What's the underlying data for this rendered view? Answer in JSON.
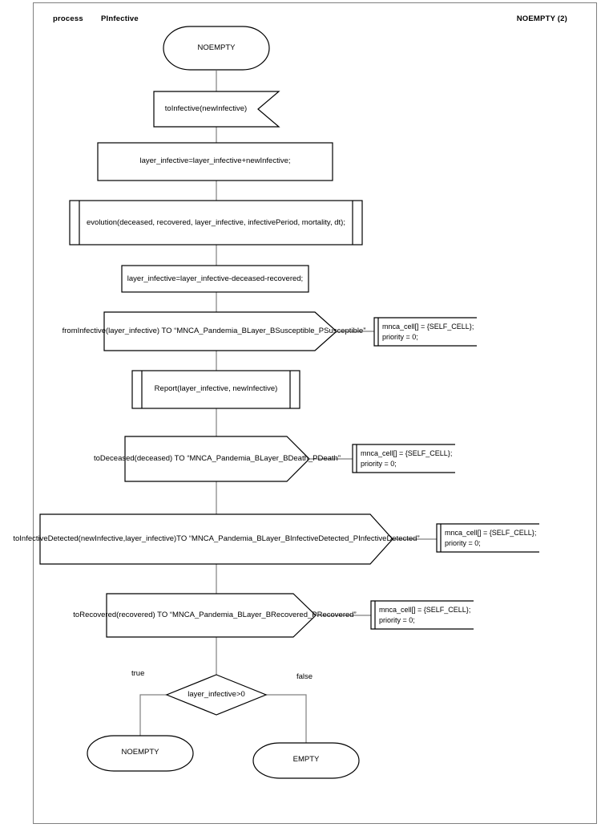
{
  "header": {
    "kind": "process",
    "name": "PInfective",
    "state": "NOEMPTY (2)"
  },
  "nodes": {
    "start": {
      "label": "NOEMPTY",
      "shape": "terminator"
    },
    "receive": {
      "label": "toInfective(newInfective)",
      "shape": "receive-message"
    },
    "assign1": {
      "label": "layer_infective=layer_infective+newInfective;",
      "shape": "process"
    },
    "call_evolution": {
      "label": "evolution(deceased, recovered, layer_infective, infectivePeriod, mortality, dt);",
      "shape": "predefined-process"
    },
    "assign2": {
      "label": "layer_infective=layer_infective-deceased-recovered;",
      "shape": "process"
    },
    "send_susceptible": {
      "label": "fromInfective(layer_infective) TO “MNCA_Pandemia_BLayer_BSusceptible_PSusceptible”",
      "shape": "send-message"
    },
    "call_report": {
      "label": "Report(layer_infective, newInfective)",
      "shape": "predefined-process"
    },
    "send_death": {
      "label": "toDeceased(deceased) TO “MNCA_Pandemia_BLayer_BDeath_PDeath”",
      "shape": "send-message"
    },
    "send_detected": {
      "label": "toInfectiveDetected(newInfective,layer_infective)TO “MNCA_Pandemia_BLayer_BInfectiveDetected_PInfectiveDetected”",
      "shape": "send-message"
    },
    "send_recovered": {
      "label": "toRecovered(recovered) TO “MNCA_Pandemia_BLayer_BRecovered_PRecovered”",
      "shape": "send-message"
    },
    "decision": {
      "label": "layer_infective>0",
      "shape": "decision"
    },
    "end_noempty": {
      "label": "NOEMPTY",
      "shape": "terminator"
    },
    "end_empty": {
      "label": "EMPTY",
      "shape": "terminator"
    }
  },
  "edge_labels": {
    "true": "true",
    "false": "false"
  },
  "annotations": {
    "susceptible": {
      "line1": "mnca_cell[] = {SELF_CELL};",
      "line2": "priority = 0;"
    },
    "death": {
      "line1": "mnca_cell[] = {SELF_CELL};",
      "line2": "priority = 0;"
    },
    "detected": {
      "line1": "mnca_cell[] = {SELF_CELL};",
      "line2": "priority = 0;"
    },
    "recovered": {
      "line1": "mnca_cell[] = {SELF_CELL};",
      "line2": "priority = 0;"
    }
  },
  "colors": {
    "stroke": "#808080",
    "stroke_dark": "#000000",
    "text": "#000000",
    "background": "#ffffff"
  }
}
